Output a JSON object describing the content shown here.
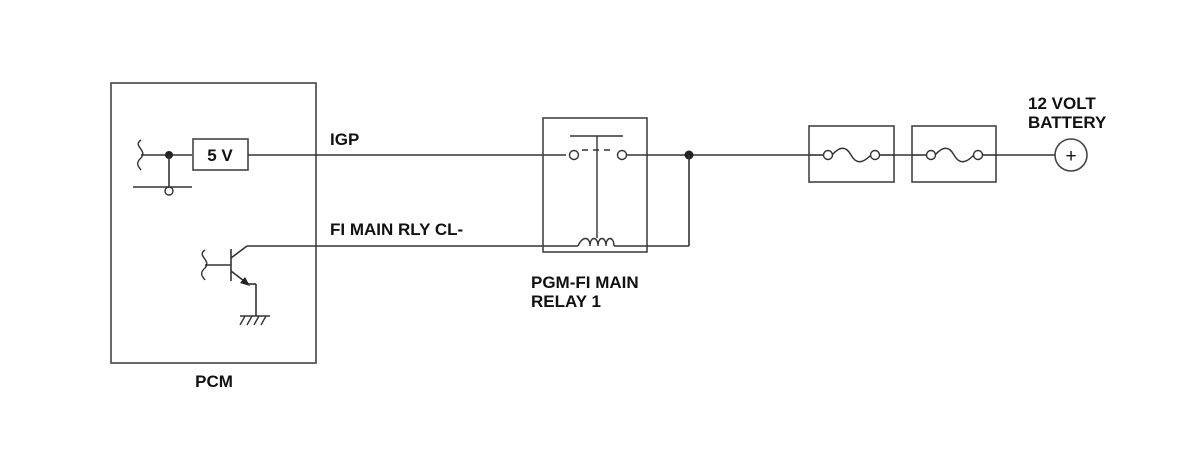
{
  "components": {
    "pcm": {
      "label": "PCM"
    },
    "voltage_source": {
      "label": "5 V"
    },
    "relay": {
      "label_line1": "PGM-FI MAIN",
      "label_line2": "RELAY 1"
    },
    "battery": {
      "label_line1": "12 VOLT",
      "label_line2": "BATTERY",
      "symbol": "+"
    }
  },
  "wires": {
    "igp": {
      "label": "IGP"
    },
    "relay_control": {
      "label": "FI MAIN RLY CL-"
    }
  }
}
